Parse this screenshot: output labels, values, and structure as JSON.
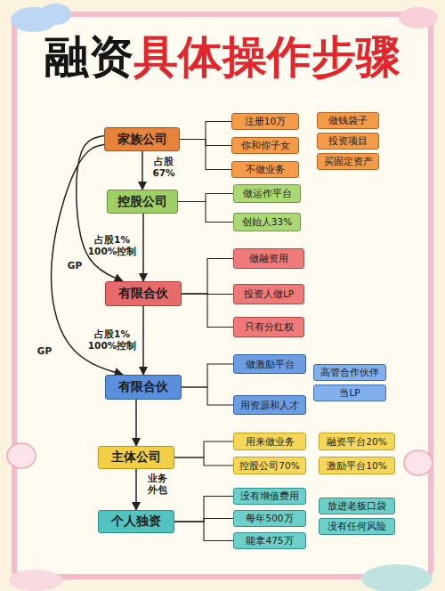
{
  "diagram": {
    "title": "融资具体操作步骤",
    "nodes": [
      {
        "text": [
          "家族公司"
        ]
      },
      {
        "text": [
          "注册10万"
        ]
      },
      {
        "text": [
          "你和你子女"
        ]
      },
      {
        "text": [
          "不做业务"
        ]
      },
      {
        "text": [
          "做钱袋子"
        ]
      },
      {
        "text": [
          "投资项目"
        ]
      },
      {
        "text": [
          "买固定资产"
        ]
      },
      {
        "text": [
          "控股公司"
        ]
      },
      {
        "text": [
          "做运作平台"
        ]
      },
      {
        "text": [
          "创始人33%"
        ]
      },
      {
        "text": [
          "有限合伙"
        ]
      },
      {
        "text": [
          "做融资用"
        ]
      },
      {
        "text": [
          "投资人做LP"
        ]
      },
      {
        "text": [
          "只有分红权"
        ]
      },
      {
        "text": [
          "有限合伙"
        ]
      },
      {
        "text": [
          "做激励平台"
        ]
      },
      {
        "text": [
          "高管合作伙伴"
        ]
      },
      {
        "text": [
          "当LP"
        ]
      },
      {
        "text": [
          "用资源和人才"
        ]
      },
      {
        "text": [
          "主体公司"
        ]
      },
      {
        "text": [
          "用来做业务"
        ]
      },
      {
        "text": [
          "融资平台20%"
        ]
      },
      {
        "text": [
          "控股公司70%"
        ]
      },
      {
        "text": [
          "激励平台10%"
        ]
      },
      {
        "text": [
          "个人独资"
        ]
      },
      {
        "text": [
          "没有增值费用"
        ]
      },
      {
        "text": [
          "放进老板口袋"
        ]
      },
      {
        "text": [
          "每年500万"
        ]
      },
      {
        "text": [
          "没有任何风险"
        ]
      },
      {
        "text": [
          "能拿475万"
        ]
      }
    ],
    "edges": [
      {
        "from": 0,
        "to": 7,
        "arrow": "to",
        "label": "占股 67%"
      },
      {
        "from": 7,
        "to": 10,
        "arrow": "to",
        "label": "占股1% 100%控制"
      },
      {
        "from": 0,
        "to": 10,
        "arrow": "to",
        "label": "GP"
      },
      {
        "from": 10,
        "to": 14,
        "arrow": "to",
        "label": "占股1% 100%控制"
      },
      {
        "from": 0,
        "to": 14,
        "arrow": "to",
        "label": "GP"
      },
      {
        "from": 14,
        "to": 19,
        "arrow": "to"
      },
      {
        "from": 19,
        "to": 24,
        "arrow": "to",
        "label": "业务 外包"
      },
      {
        "from": 0,
        "to": 1,
        "arrow": "none"
      },
      {
        "from": 0,
        "to": 2,
        "arrow": "none"
      },
      {
        "from": 0,
        "to": 3,
        "arrow": "none"
      },
      {
        "from": 7,
        "to": 8,
        "arrow": "none"
      },
      {
        "from": 7,
        "to": 9,
        "arrow": "none"
      },
      {
        "from": 10,
        "to": 11,
        "arrow": "none"
      },
      {
        "from": 10,
        "to": 12,
        "arrow": "none"
      },
      {
        "from": 10,
        "to": 13,
        "arrow": "none"
      },
      {
        "from": 14,
        "to": 15,
        "arrow": "none"
      },
      {
        "from": 14,
        "to": 18,
        "arrow": "none"
      },
      {
        "from": 19,
        "to": 20,
        "arrow": "none"
      },
      {
        "from": 19,
        "to": 22,
        "arrow": "none"
      },
      {
        "from": 24,
        "to": 25,
        "arrow": "none"
      },
      {
        "from": 24,
        "to": 27,
        "arrow": "none"
      },
      {
        "from": 24,
        "to": 29,
        "arrow": "none"
      }
    ]
  }
}
